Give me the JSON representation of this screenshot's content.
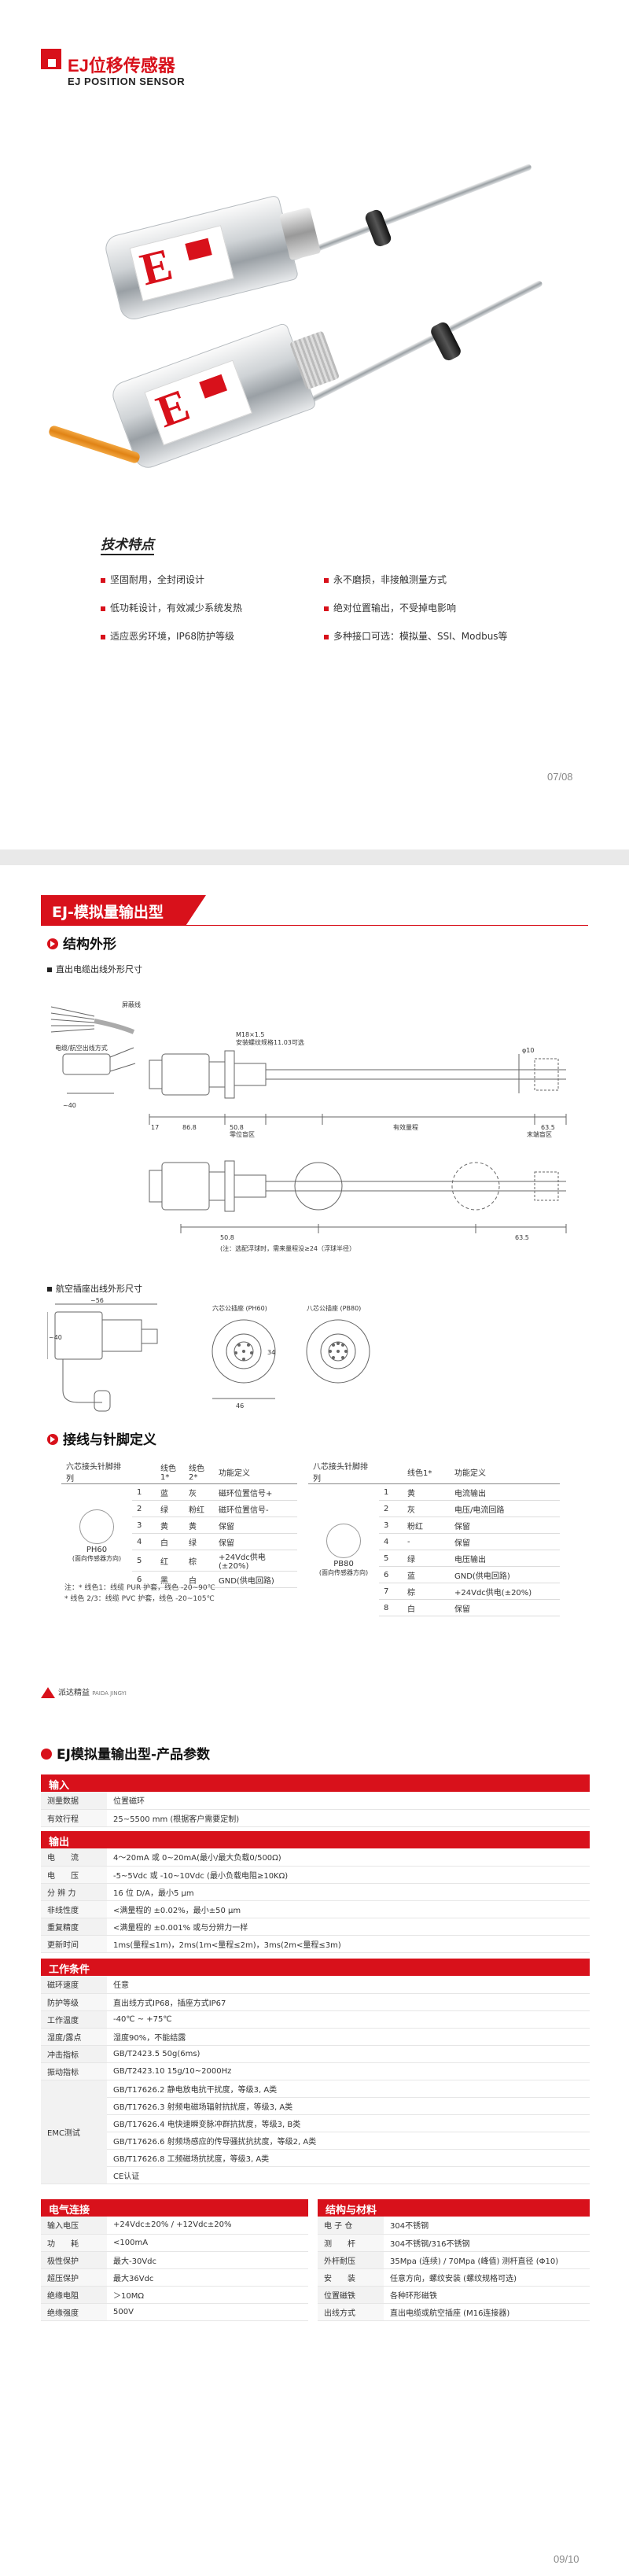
{
  "header": {
    "title": "EJ位移传感器",
    "subtitle": "EJ POSITION SENSOR"
  },
  "hero": {
    "label_letter": "E"
  },
  "features": {
    "title": "技术特点",
    "items": [
      "坚固耐用，全封闭设计",
      "永不磨损，非接触测量方式",
      "低功耗设计，有效减少系统发热",
      "绝对位置输出，不受掉电影响",
      "适应恶劣环境，IP68防护等级",
      "多种接口可选：模拟量、SSI、Modbus等"
    ]
  },
  "page1_number": "07/08",
  "section_banner": "EJ-模拟量输出型",
  "structure": {
    "title": "结构外形",
    "caption1": "直出电缆出线外形尺寸",
    "caption2": "航空插座出线外形尺寸",
    "dims": {
      "d40": "~40",
      "d17": "17",
      "d86_8": "86.8",
      "d50_8": "50.8",
      "d63_5": "63.5",
      "d50_8b": "50.8",
      "d63_5b": "63.5",
      "thread": "M18×1.5",
      "oring": "安装螺纹规格11.03可选",
      "d10": "φ10",
      "d56": "~56",
      "d40b": "~40",
      "d34": "34",
      "d46": "46"
    },
    "labels": {
      "null_zone": "零位盲区",
      "stroke": "有效量程",
      "end_zone": "末端盲区",
      "cable_label": "电缆/航空出线方式",
      "shield": "屏蔽线",
      "note_top": "(注：选配浮球时，需来量程没≥24（浮球半径）",
      "ph60_label": "六芯公插座 (PH60)",
      "pb80_label": "八芯公插座 (PB80)"
    }
  },
  "wiring": {
    "title": "接线与针脚定义",
    "left": {
      "header": [
        "六芯接头针脚排列",
        "",
        "线色1*",
        "线色2*",
        "功能定义"
      ],
      "model": "PH60",
      "model_note": "(面向传感器方向)",
      "rows": [
        [
          "1",
          "蓝",
          "灰",
          "磁环位置信号+"
        ],
        [
          "2",
          "绿",
          "粉红",
          "磁环位置信号-"
        ],
        [
          "3",
          "黄",
          "黄",
          "保留"
        ],
        [
          "4",
          "白",
          "绿",
          "保留"
        ],
        [
          "5",
          "红",
          "棕",
          "+24Vdc供电(±20%)"
        ],
        [
          "6",
          "黑",
          "白",
          "GND(供电回路)"
        ]
      ]
    },
    "right": {
      "header": [
        "八芯接头针脚排列",
        "",
        "线色1*",
        "功能定义"
      ],
      "model": "PB80",
      "model_note": "(面向传感器方向)",
      "rows": [
        [
          "1",
          "黄",
          "电流输出"
        ],
        [
          "2",
          "灰",
          "电压/电流回路"
        ],
        [
          "3",
          "粉红",
          "保留"
        ],
        [
          "4",
          "-",
          "保留"
        ],
        [
          "5",
          "绿",
          "电压输出"
        ],
        [
          "6",
          "蓝",
          "GND(供电回路)"
        ],
        [
          "7",
          "棕",
          "+24Vdc供电(±20%)"
        ],
        [
          "8",
          "白",
          "保留"
        ]
      ]
    },
    "note_lines": [
      "注：* 线色1：线缆 PUR 护套，线色 -20~90℃",
      "* 线色 2/3：线缆 PVC 护套，线色 -20~105℃"
    ]
  },
  "brand": "派达精益",
  "brand_sub": "PAIDA JINGYI",
  "params": {
    "title": "EJ模拟量输出型-产品参数",
    "input": {
      "title": "输入",
      "rows": [
        [
          "测量数据",
          "位置磁环"
        ],
        [
          "有效行程",
          "25~5500 mm (根据客户需要定制)"
        ]
      ]
    },
    "output": {
      "title": "输出",
      "rows": [
        [
          "电　　流",
          "4～20mA 或 0~20mA(最小/最大负载0/500Ω)"
        ],
        [
          "电　　压",
          "-5~5Vdc 或 -10~10Vdc (最小负载电阻≥10KΩ)"
        ],
        [
          "分 辨 力",
          "16 位 D/A，最小5 μm"
        ],
        [
          "非线性度",
          "<满量程的 ±0.02%，最小±50 μm"
        ],
        [
          "重复精度",
          "<满量程的 ±0.001% 或与分辨力一样"
        ],
        [
          "更新时间",
          "1ms(量程≤1m)，2ms(1m<量程≤2m)，3ms(2m<量程≤3m)"
        ]
      ]
    },
    "work": {
      "title": "工作条件",
      "rows": [
        [
          "磁环速度",
          "任意"
        ],
        [
          "防护等级",
          "直出线方式IP68，插座方式IP67"
        ],
        [
          "工作温度",
          "-40℃ ~ +75℃"
        ],
        [
          "湿度/露点",
          "湿度90%，不能结露"
        ],
        [
          "冲击指标",
          "GB/T2423.5  50g(6ms)"
        ],
        [
          "振动指标",
          "GB/T2423.10  15g/10~2000Hz"
        ]
      ],
      "emc_label": "EMC测试",
      "emc": [
        "GB/T17626.2  静电放电抗干扰度，等级3, A类",
        "GB/T17626.3  射频电磁场辐射抗扰度，等级3, A类",
        "GB/T17626.4  电快速瞬变脉冲群抗扰度，等级3, B类",
        "GB/T17626.6  射频场感应的传导骚扰抗扰度，等级2, A类",
        "GB/T17626.8  工频磁场抗扰度，等级3, A类",
        "CE认证"
      ]
    },
    "elec": {
      "title": "电气连接",
      "rows": [
        [
          "输入电压",
          "+24Vdc±20% / +12Vdc±20%"
        ],
        [
          "功　　耗",
          "<100mA"
        ],
        [
          "极性保护",
          "最大-30Vdc"
        ],
        [
          "超压保护",
          "最大36Vdc"
        ],
        [
          "绝缘电阻",
          "＞10MΩ"
        ],
        [
          "绝缘强度",
          "500V"
        ]
      ]
    },
    "material": {
      "title": "结构与材料",
      "rows": [
        [
          "电 子 仓",
          "304不锈钢"
        ],
        [
          "测　　杆",
          "304不锈钢/316不锈钢"
        ],
        [
          "外杆耐压",
          "35Mpa (连续) / 70Mpa (峰值)  测杆直径 (Φ10)"
        ],
        [
          "安　　装",
          "任意方向，螺纹安装 (螺纹规格可选)"
        ],
        [
          "位置磁铁",
          "各种环形磁铁"
        ],
        [
          "出线方式",
          "直出电缆或航空插座 (M16连接器)"
        ]
      ]
    }
  },
  "page3_number": "09/10",
  "colors": {
    "brand_red": "#d8111b"
  }
}
